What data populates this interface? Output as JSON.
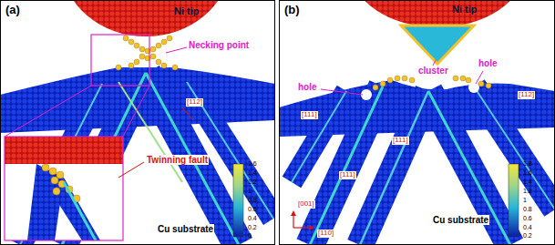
{
  "diagram": {
    "labels": [
      "(a)",
      "Ni tip",
      "Necking point",
      "Twinning fault",
      "[112]",
      "Cu substrate",
      "1.6",
      "1.4",
      "1.2",
      "1",
      "0.8",
      "0.6",
      "0.4",
      "0.2",
      "0",
      "(b)",
      "Ni tip",
      "hole",
      "cluster",
      "hole",
      "[111]",
      "[112]",
      "[111]",
      "[111]",
      "[001]",
      "[110]",
      "Cu substrate",
      "1.8",
      "1.6",
      "1.4",
      "1.2",
      "1",
      "0.8",
      "0.6",
      "0.4",
      "0.2"
    ]
  }
}
